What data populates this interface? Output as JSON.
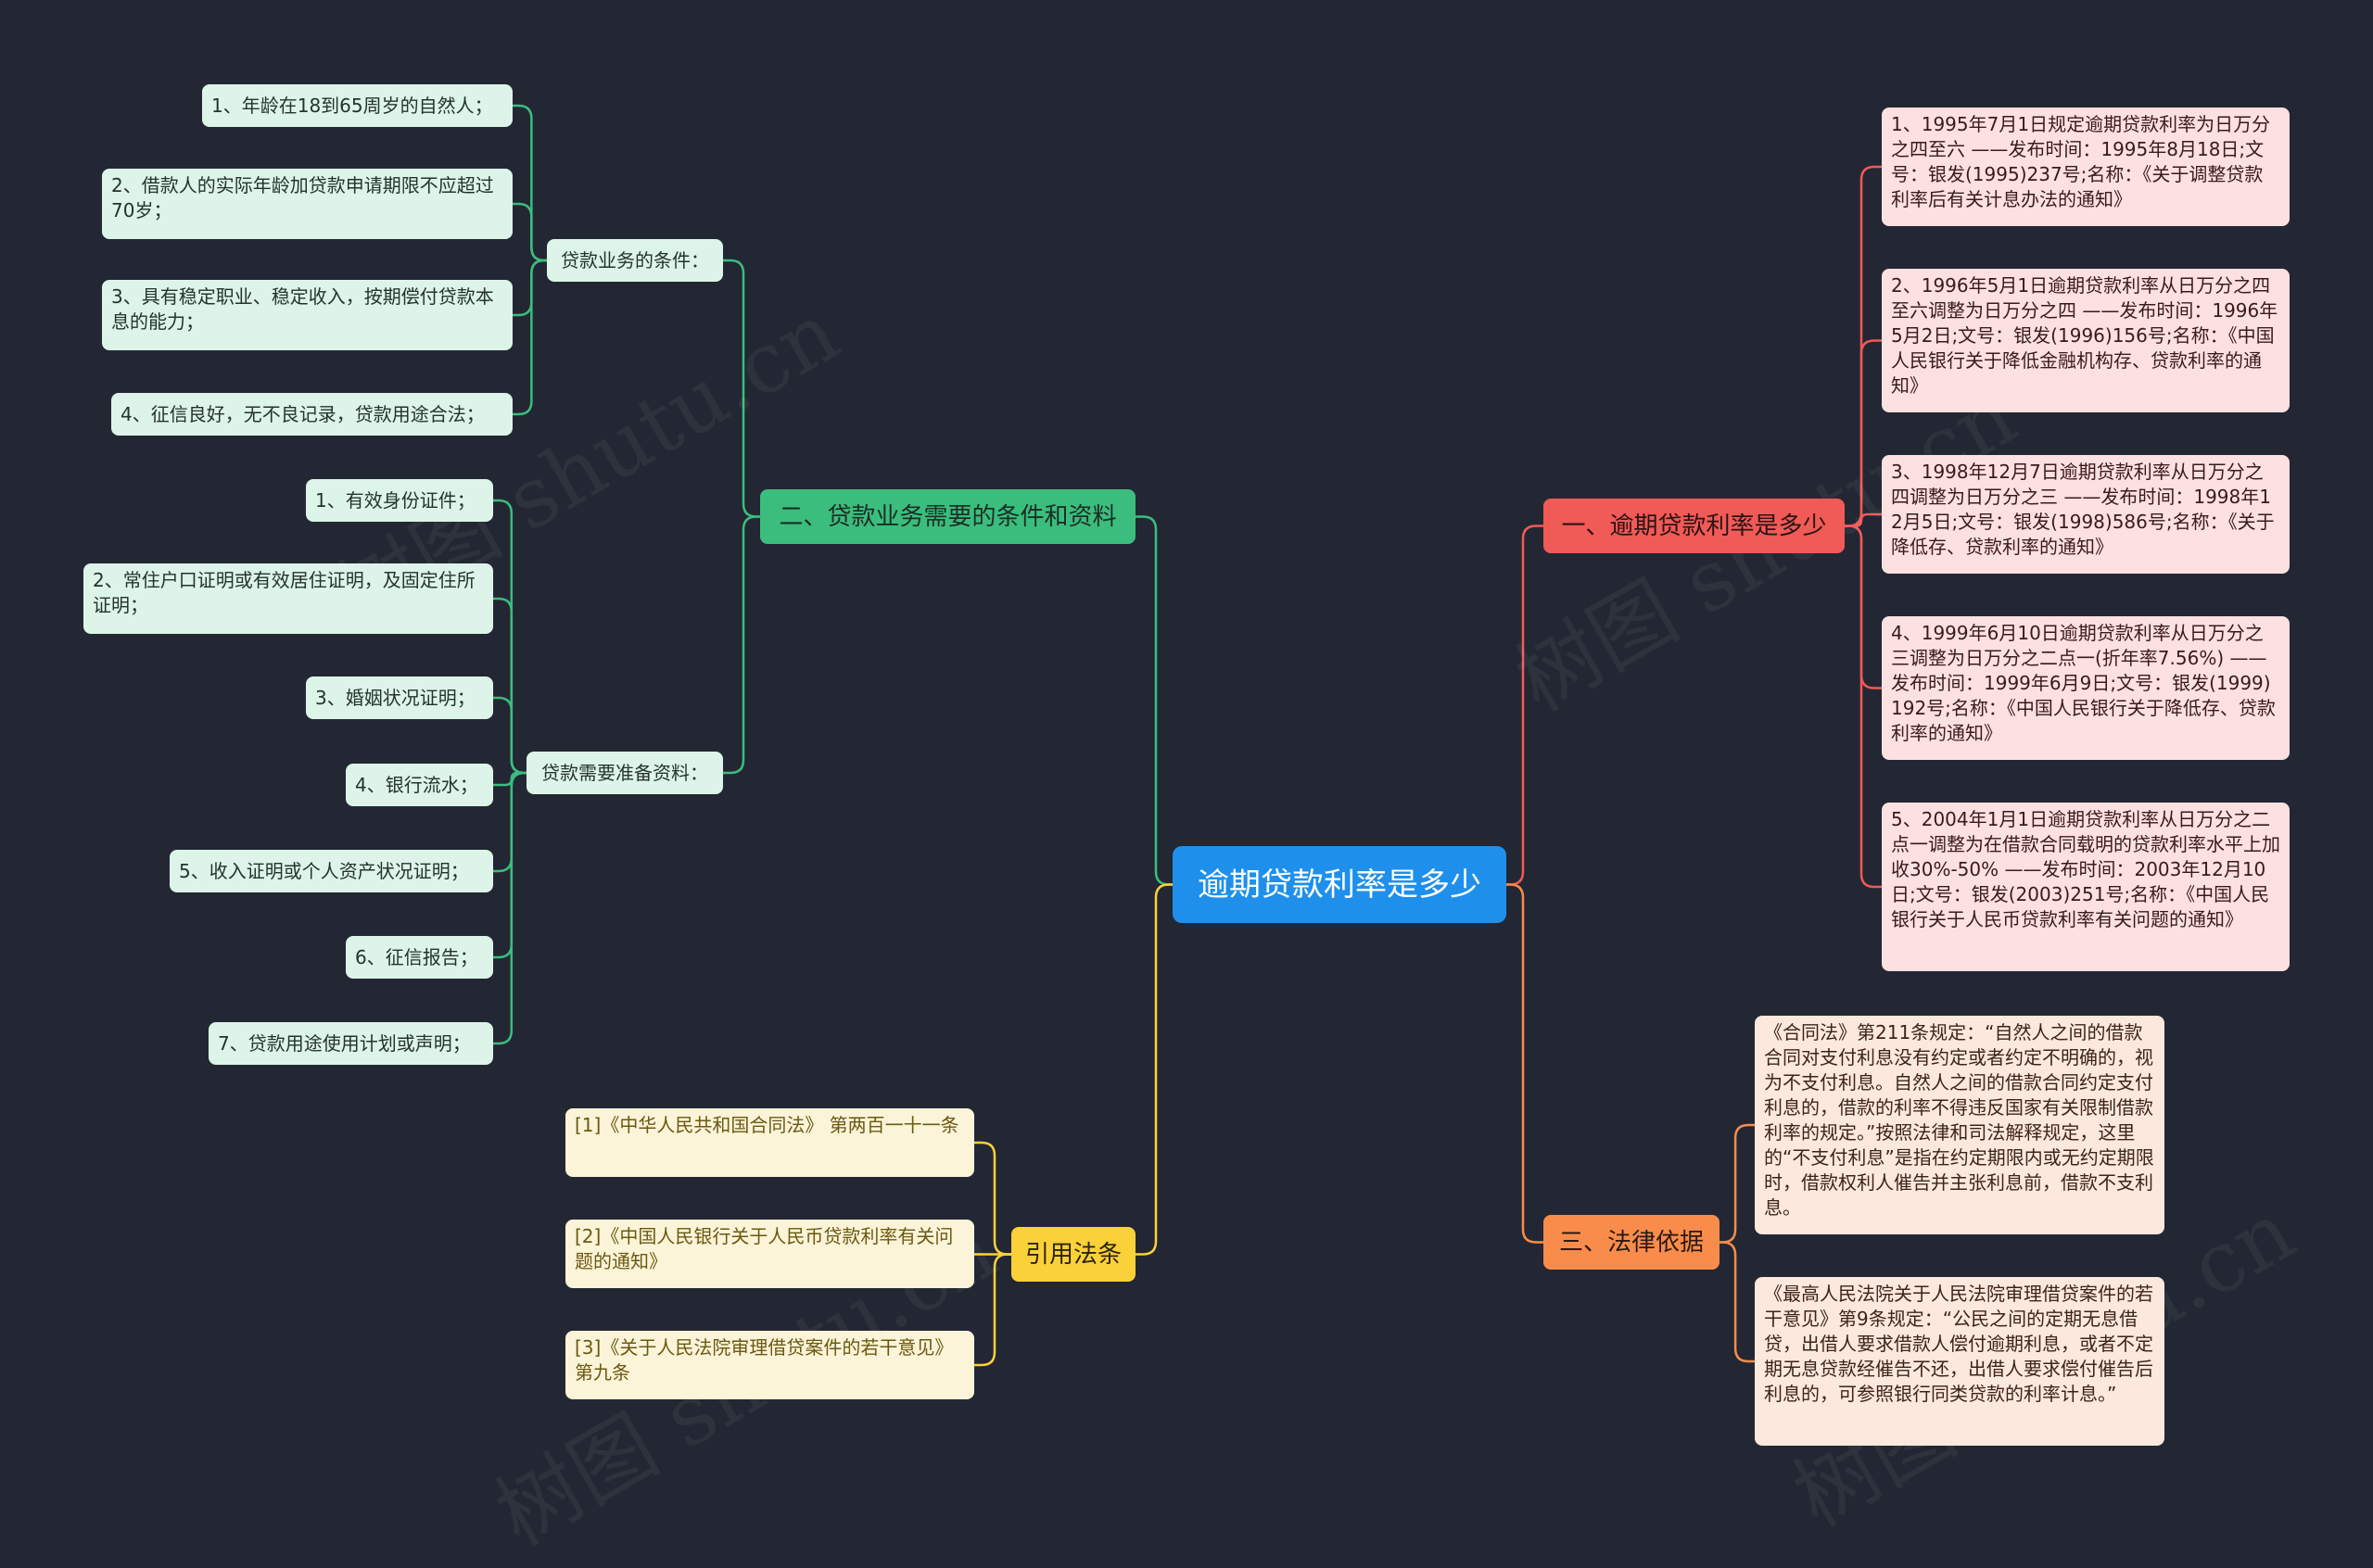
{
  "root": "逾期贷款利率是多少",
  "branches": {
    "conditions": {
      "title": "二、贷款业务需要的条件和资料",
      "group1_label": "贷款业务的条件：",
      "group1_items": [
        "1、年龄在18到65周岁的自然人；",
        "2、借款人的实际年龄加贷款申请期限不应超过70岁；",
        "3、具有稳定职业、稳定收入，按期偿付贷款本息的能力；",
        "4、征信良好，无不良记录，贷款用途合法；"
      ],
      "group2_label": "贷款需要准备资料：",
      "group2_items": [
        "1、有效身份证件；",
        "2、常住户口证明或有效居住证明，及固定住所证明；",
        "3、婚姻状况证明；",
        "4、银行流水；",
        "5、收入证明或个人资产状况证明；",
        "6、征信报告；",
        "7、贷款用途使用计划或声明；"
      ]
    },
    "citations": {
      "title": "引用法条",
      "items": [
        "[1]《中华人民共和国合同法》 第两百一十一条",
        "[2]《中国人民银行关于人民币贷款利率有关问题的通知》",
        "[3]《关于人民法院审理借贷案件的若干意见》 第九条"
      ]
    },
    "rates": {
      "title": "一、逾期贷款利率是多少",
      "items": [
        "1、1995年7月1日规定逾期贷款利率为日万分之四至六 ——发布时间：1995年8月18日;文号：银发(1995)237号;名称：《关于调整贷款利率后有关计息办法的通知》",
        "2、1996年5月1日逾期贷款利率从日万分之四至六调整为日万分之四 ——发布时间：1996年5月2日;文号：银发(1996)156号;名称：《中国人民银行关于降低金融机构存、贷款利率的通知》",
        "3、1998年12月7日逾期贷款利率从日万分之四调整为日万分之三 ——发布时间：1998年12月5日;文号：银发(1998)586号;名称：《关于降低存、贷款利率的通知》",
        "4、1999年6月10日逾期贷款利率从日万分之三调整为日万分之二点一(折年率7.56%) ——发布时间：1999年6月9日;文号：银发(1999)192号;名称：《中国人民银行关于降低存、贷款利率的通知》",
        "5、2004年1月1日逾期贷款利率从日万分之二点一调整为在借款合同载明的贷款利率水平上加收30%-50% ——发布时间：2003年12月10日;文号：银发(2003)251号;名称：《中国人民银行关于人民币贷款利率有关问题的通知》"
      ]
    },
    "legal": {
      "title": "三、法律依据",
      "items": [
        "《合同法》第211条规定：“自然人之间的借款合同对支付利息没有约定或者约定不明确的，视为不支付利息。自然人之间的借款合同约定支付利息的，借款的利率不得违反国家有关限制借款利率的规定。”按照法律和司法解释规定，这里的“不支付利息”是指在约定期限内或无约定期限时，借款权利人催告并主张利息前，借款不支利息。",
        "《最高人民法院关于人民法院审理借贷案件的若干意见》第9条规定：“公民之间的定期无息借贷，出借人要求借款人偿付逾期利息，或者不定期无息贷款经催告不还，出借人要求偿付催告后利息的，可参照银行同类贷款的利率计息。”"
      ]
    }
  },
  "watermark": "树图 shutu.cn",
  "colors": {
    "background": "#232733",
    "root": "#1e90ec",
    "green": "#3bbd7e",
    "red": "#f05a57",
    "orange": "#f98c4b",
    "yellow": "#fbd13a"
  }
}
